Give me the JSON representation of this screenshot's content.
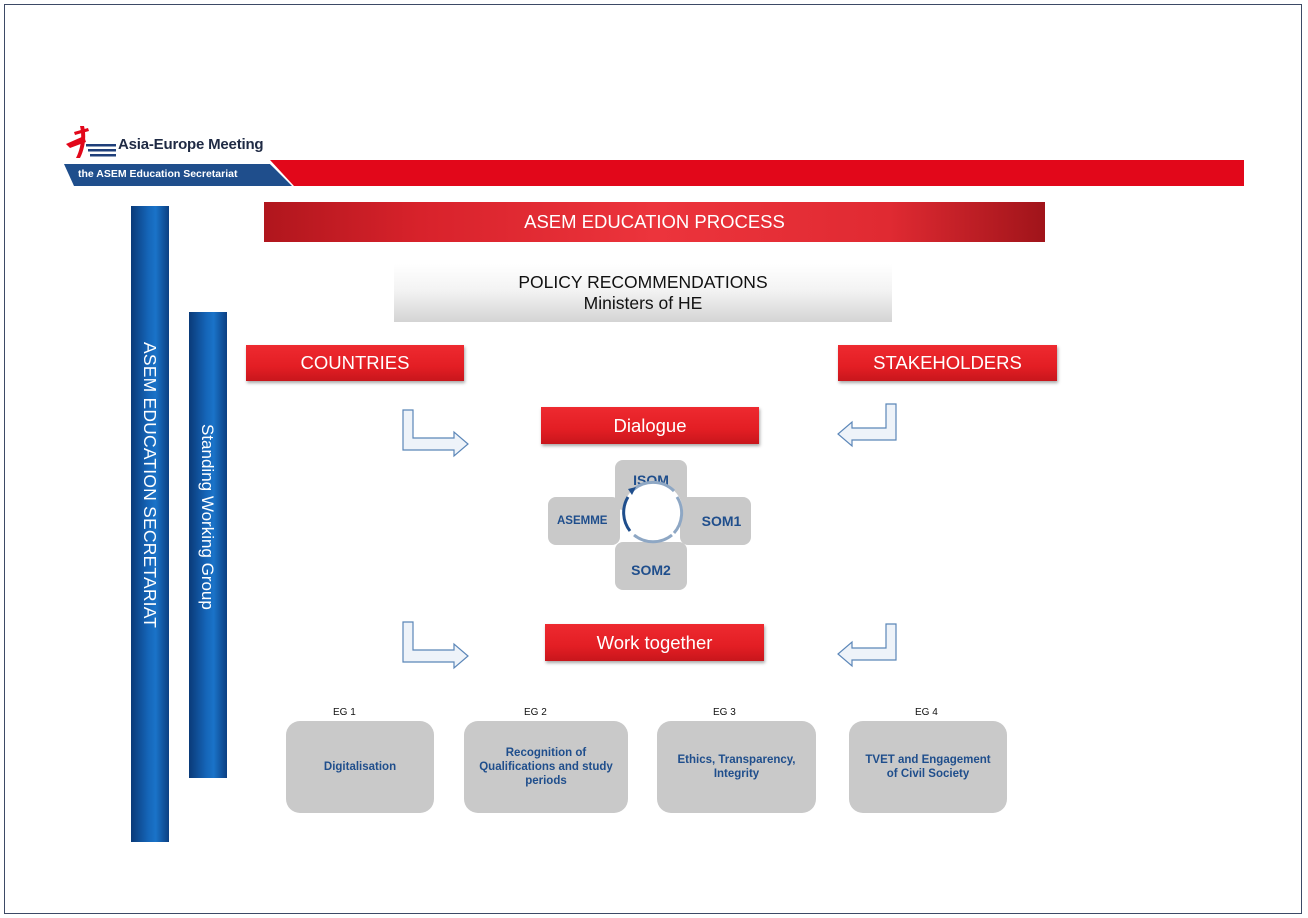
{
  "header": {
    "org_name": "Asia-Europe Meeting",
    "secretariat_tag": "the ASEM Education Secretariat"
  },
  "sidebars": {
    "outer_label": "ASEM EDUCATION SECRETARIAT",
    "inner_label": "Standing Working Group"
  },
  "process": {
    "title": "ASEM EDUCATION PROCESS",
    "policy_line1": "POLICY RECOMMENDATIONS",
    "policy_line2": "Ministers of HE",
    "countries": "COUNTRIES",
    "stakeholders": "STAKEHOLDERS",
    "dialogue": "Dialogue",
    "work_together": "Work together"
  },
  "cycle": {
    "top": "ISOM",
    "right": "SOM1",
    "bottom": "SOM2",
    "left": "ASEMME"
  },
  "expert_groups": [
    {
      "label": "EG 1",
      "name": "Digitalisation"
    },
    {
      "label": "EG 2",
      "name": "Recognition of Qualifications and study periods"
    },
    {
      "label": "EG 3",
      "name": "Ethics, Transparency, Integrity"
    },
    {
      "label": "EG 4",
      "name": "TVET and Engagement of Civil Society"
    }
  ],
  "colors": {
    "brand_red": "#e2071a",
    "brand_blue": "#1565b8",
    "text_blue": "#1f4e8c",
    "box_grey": "#c9c9c9"
  }
}
